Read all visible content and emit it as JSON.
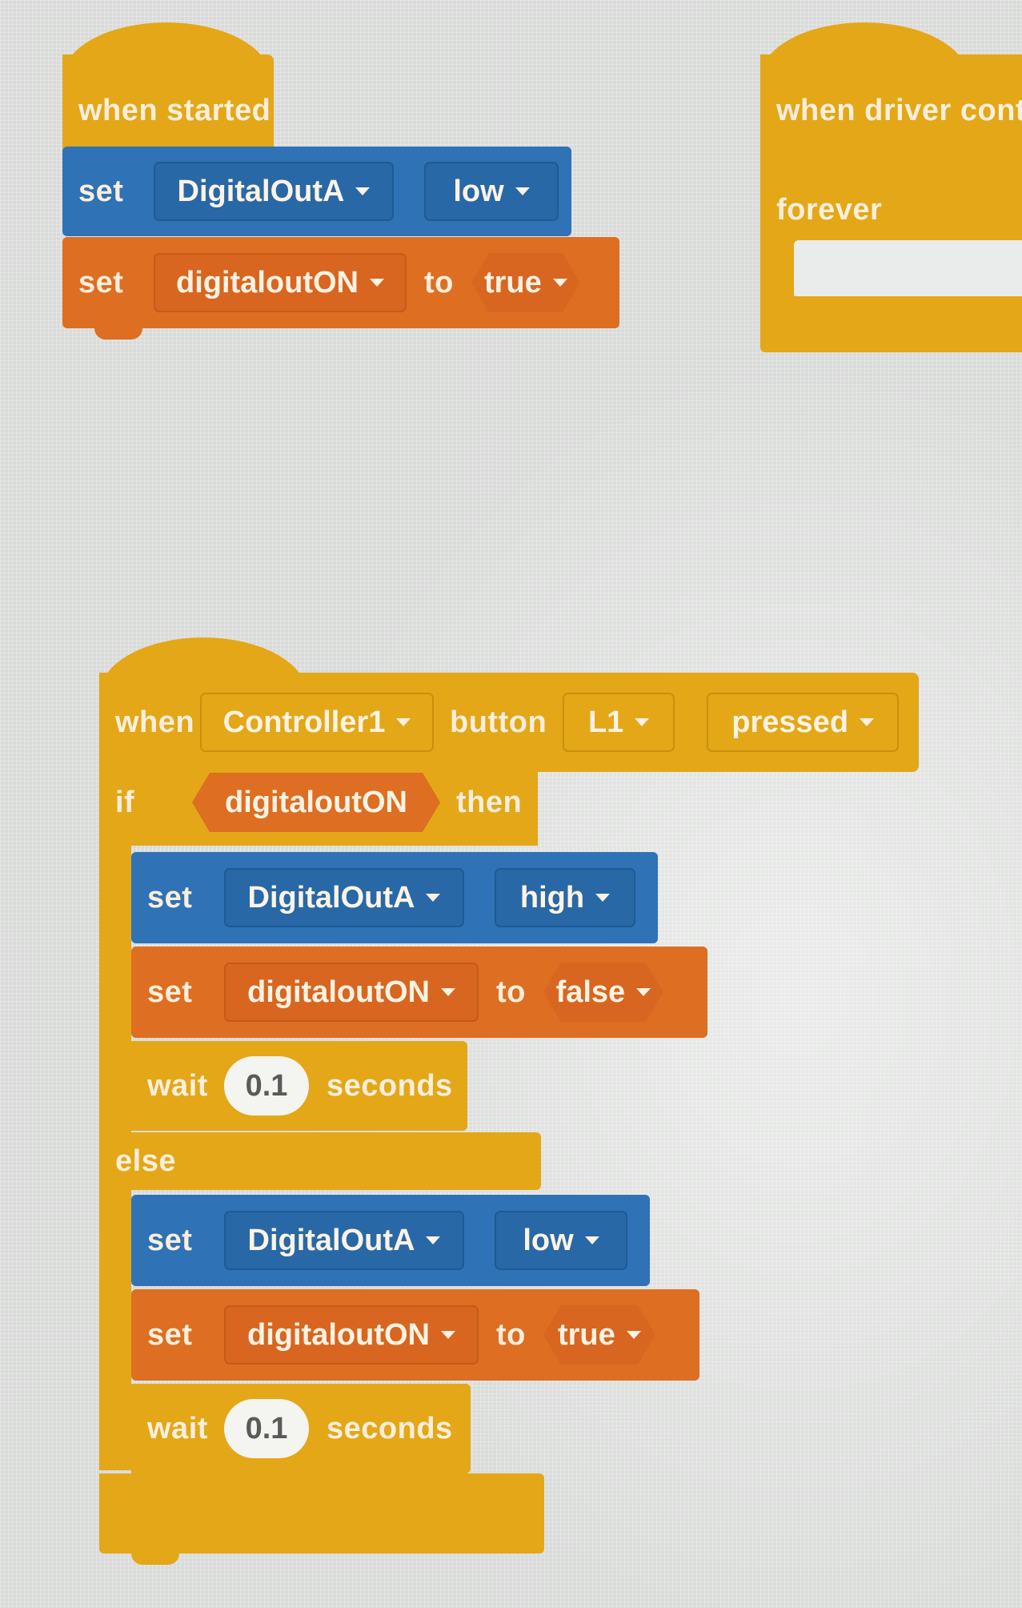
{
  "colors": {
    "events": "#e3a718",
    "looks_blue": "#2f72b5",
    "variables_orange": "#dd6e22",
    "canvas": "#d9dbd9"
  },
  "script_started": {
    "hat_label": "when started",
    "set1": {
      "kw": "set",
      "device": "DigitalOutA",
      "value": "low"
    },
    "set2": {
      "kw": "set",
      "variable": "digitaloutON",
      "to": "to",
      "value": "true"
    }
  },
  "script_driver": {
    "hat_label": "when driver contro",
    "forever_label": "forever"
  },
  "script_button": {
    "when_kw": "when",
    "controller": "Controller1",
    "button_kw": "button",
    "button": "L1",
    "event": "pressed",
    "if_kw": "if",
    "condition": "digitaloutON",
    "then_kw": "then",
    "then_set1": {
      "kw": "set",
      "device": "DigitalOutA",
      "value": "high"
    },
    "then_set2": {
      "kw": "set",
      "variable": "digitaloutON",
      "to": "to",
      "value": "false"
    },
    "then_wait": {
      "kw": "wait",
      "value": "0.1",
      "unit": "seconds"
    },
    "else_kw": "else",
    "else_set1": {
      "kw": "set",
      "device": "DigitalOutA",
      "value": "low"
    },
    "else_set2": {
      "kw": "set",
      "variable": "digitaloutON",
      "to": "to",
      "value": "true"
    },
    "else_wait": {
      "kw": "wait",
      "value": "0.1",
      "unit": "seconds"
    }
  }
}
